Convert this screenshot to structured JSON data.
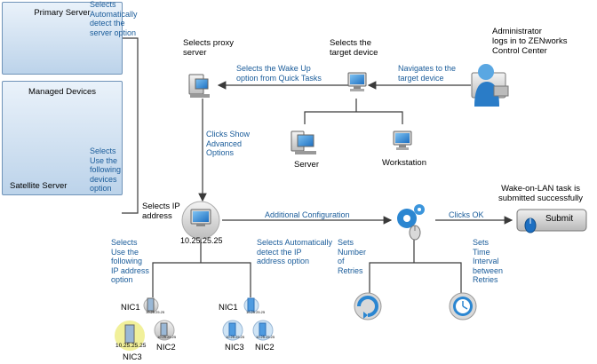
{
  "colors": {
    "line": "#3a3a3a",
    "label_blue": "#1a5c9a",
    "box_border": "#6f93b8",
    "box_fill_top": "#eaf2fa",
    "box_fill_bottom": "#bcd3ea",
    "highlight": "#f1f09a"
  },
  "boxes": {
    "primary_server": {
      "title": "Primary Server"
    },
    "managed_devices": {
      "title": "Managed Devices",
      "satellite": "Satellite Server"
    }
  },
  "labels": {
    "selects_auto_detect_server": [
      "Selects",
      "Automatically",
      "detect the",
      "server option"
    ],
    "selects_use_following_devices": [
      "Selects",
      "Use the",
      "following",
      "devices",
      "option"
    ],
    "selects_proxy_server": [
      "Selects proxy",
      "server"
    ],
    "select_wake_up": [
      "Selects the Wake Up",
      "option from Quick Tasks"
    ],
    "selects_target_device": [
      "Selects the",
      "target device"
    ],
    "navigates_to_target": [
      "Navigates to the",
      "target device"
    ],
    "administrator_login": [
      "Administrator",
      "logs in to ZENworks",
      "Control Center"
    ],
    "server": "Server",
    "workstation": "Workstation",
    "clicks_show_advanced": [
      "Clicks Show",
      "Advanced",
      "Options"
    ],
    "selects_ip_address": [
      "Selects IP",
      "address"
    ],
    "ip_address": "10.25.25.25",
    "additional_configuration": "Additional Configuration",
    "clicks_ok": "Clicks OK",
    "wol_submitted": [
      "Wake-on-LAN task is",
      "submitted successfully"
    ],
    "submit": "Submit",
    "selects_use_following_ip": [
      "Selects",
      "Use the",
      "following",
      "IP address",
      "option"
    ],
    "selects_auto_detect_ip": [
      "Selects Automatically",
      "detect the IP",
      "address option"
    ],
    "sets_number_retries": [
      "Sets",
      "Number",
      "of",
      "Retries"
    ],
    "sets_time_interval": [
      "Sets",
      "Time",
      "Interval",
      "between",
      "Retries"
    ],
    "nic1": "NIC1",
    "nic2": "NIC2",
    "nic3": "NIC3",
    "nic_ip_small": "10.25.25.25",
    "nic_ip_selected": "10.25.25.25"
  }
}
